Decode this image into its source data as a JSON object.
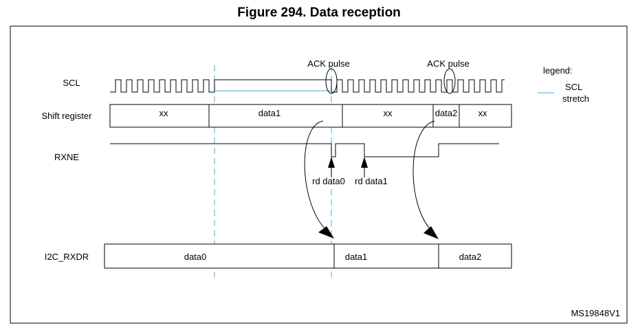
{
  "figure": {
    "title": "Figure 294. Data reception",
    "ref": "MS19848V1"
  },
  "signals": {
    "scl": "SCL",
    "shift_register": "Shift register",
    "rxne": "RXNE",
    "rxdr": "I2C_RXDR"
  },
  "annotations": {
    "ack_pulse_1": "ACK pulse",
    "ack_pulse_2": "ACK pulse",
    "rd_data0": "rd data0",
    "rd_data1": "rd data1"
  },
  "legend": {
    "title": "legend:",
    "item_line1": "SCL",
    "item_line2": "stretch",
    "color": "#5bbfe3"
  },
  "shift_register_cells": [
    "xx",
    "data1",
    "xx",
    "data2",
    "xx"
  ],
  "rxdr_cells": [
    "data0",
    "data1",
    "data2"
  ]
}
